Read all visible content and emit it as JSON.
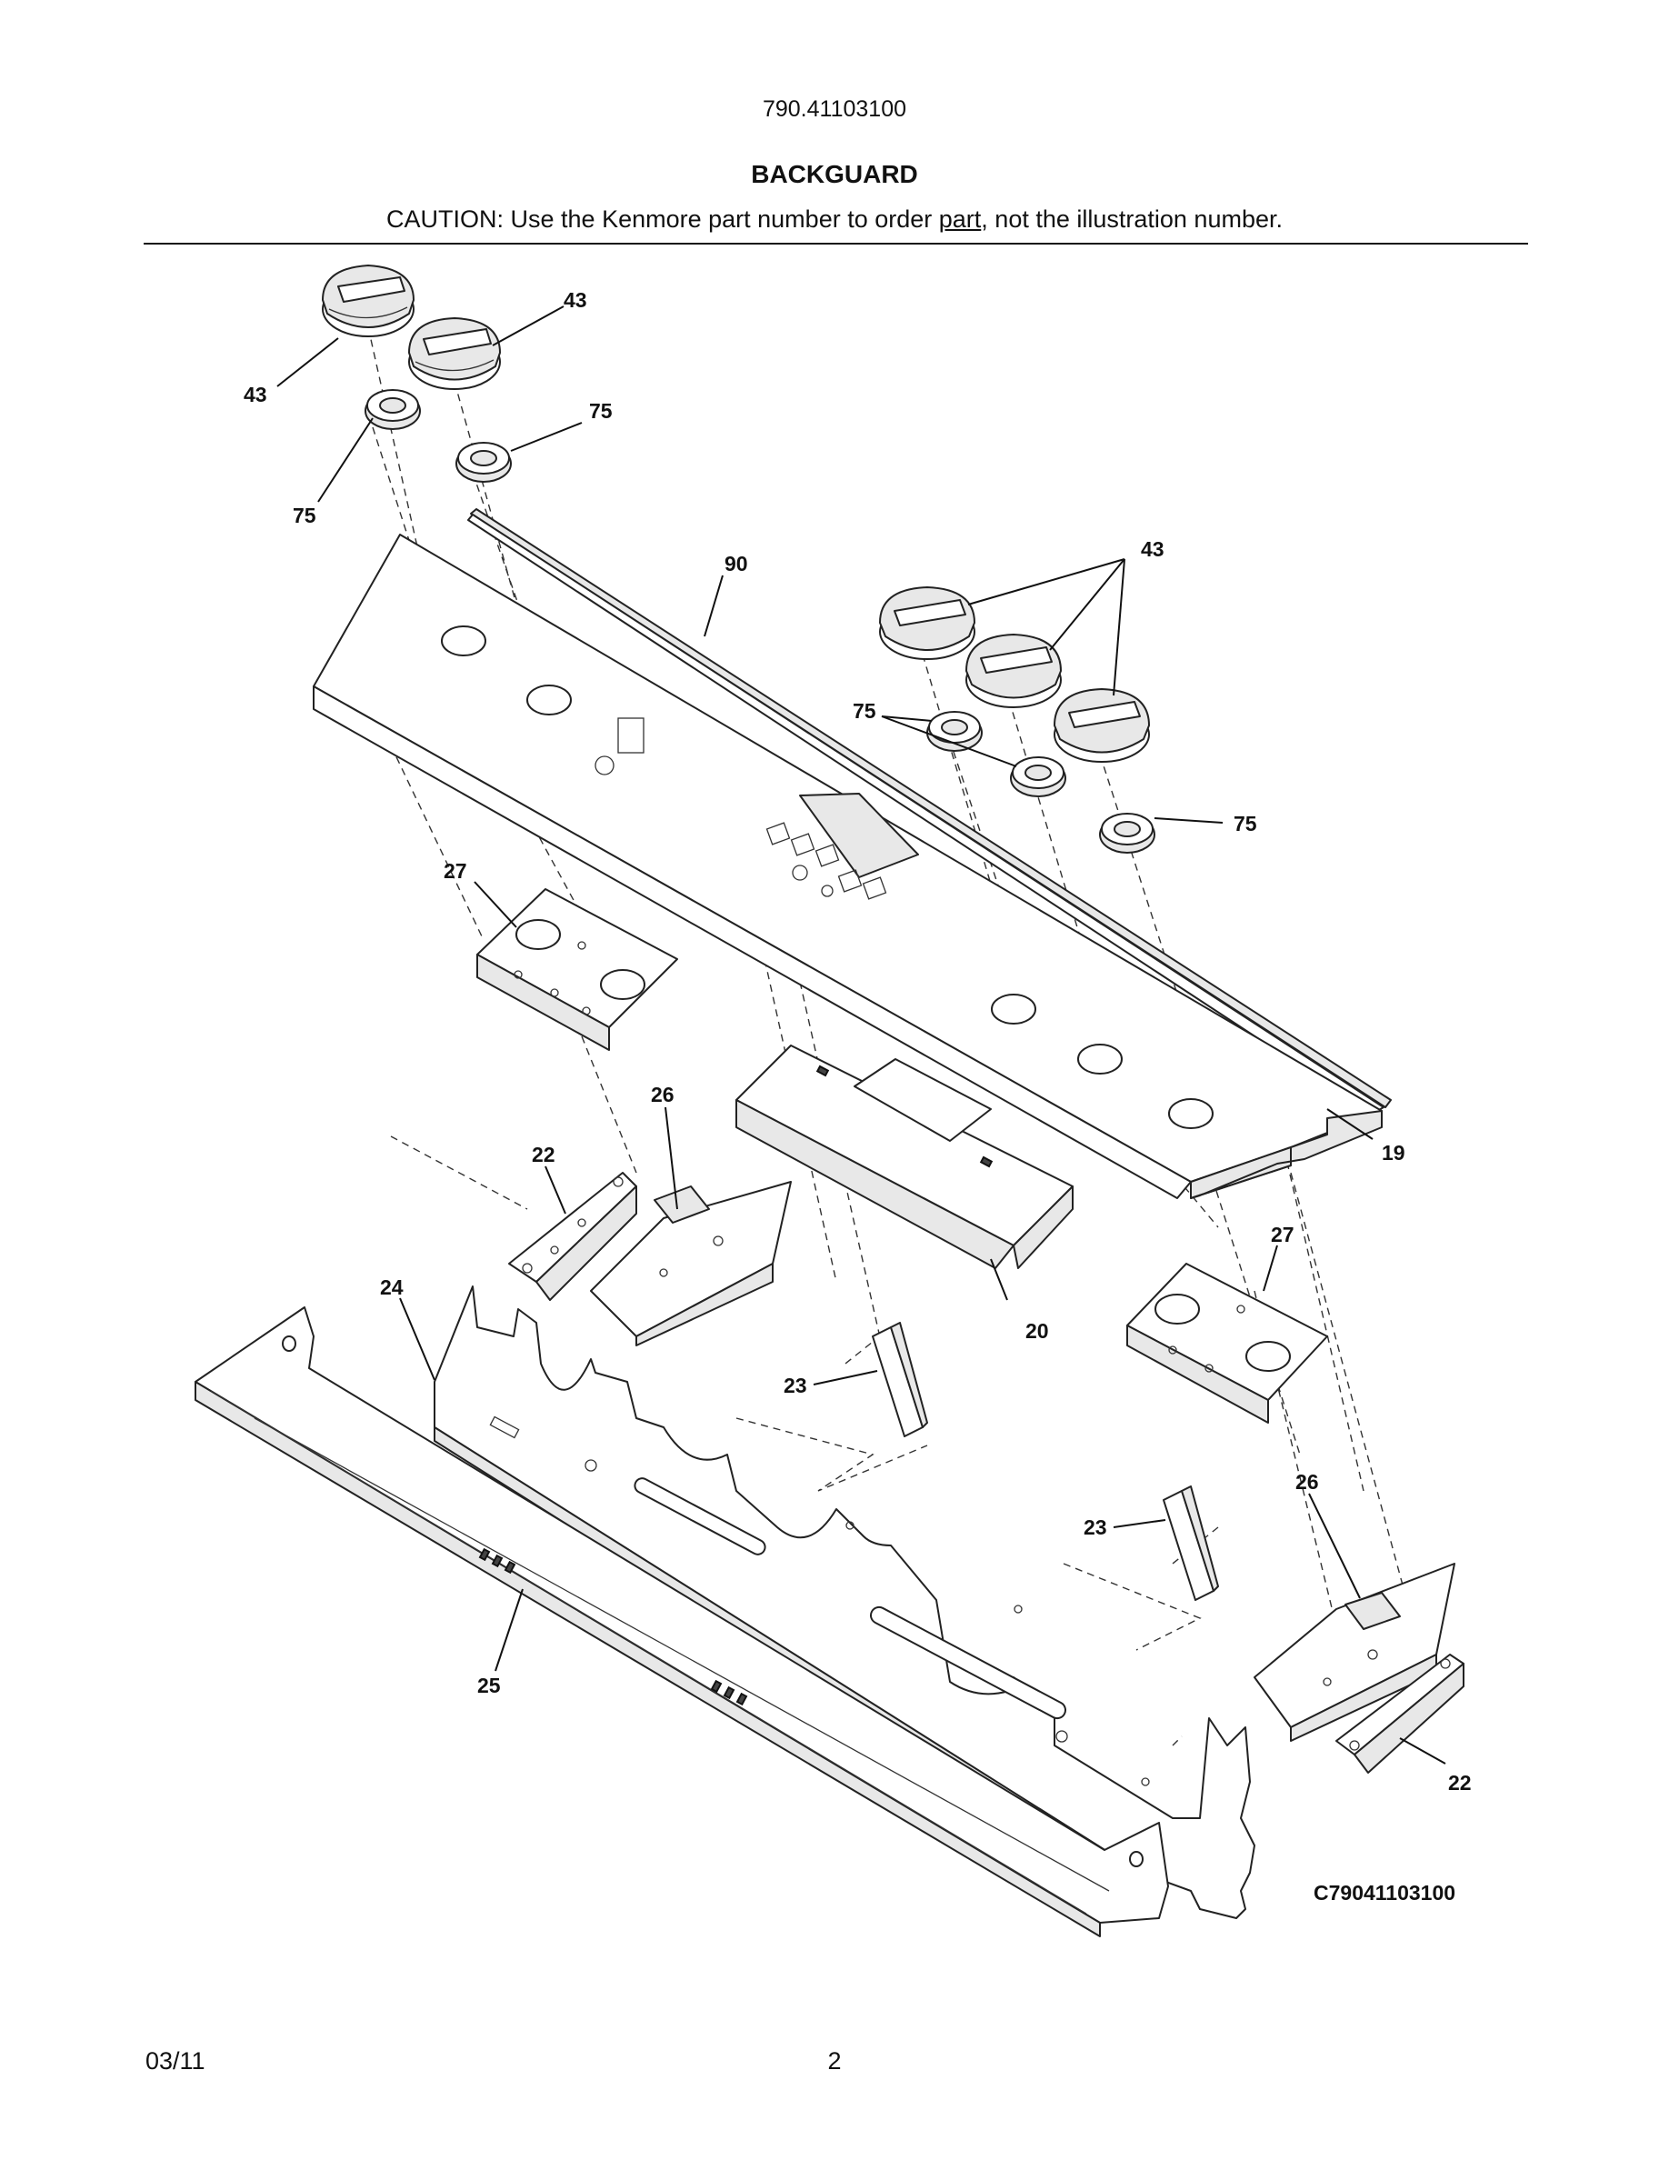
{
  "header": {
    "model": "790.41103100",
    "title": "BACKGUARD",
    "caution_prefix": "CAUTION: Use the Kenmore part number to order ",
    "caution_underlined": "part",
    "caution_suffix": ", not the illustration number."
  },
  "diagram": {
    "callouts": {
      "c43_a": "43",
      "c43_b": "43",
      "c43_c": "43",
      "c75_a": "75",
      "c75_b": "75",
      "c75_c": "75",
      "c75_d": "75",
      "c90": "90",
      "c27_a": "27",
      "c27_b": "27",
      "c26_a": "26",
      "c26_b": "26",
      "c22_a": "22",
      "c22_b": "22",
      "c24": "24",
      "c20": "20",
      "c19": "19",
      "c23_a": "23",
      "c23_b": "23",
      "c25": "25"
    },
    "drawing_code": "C79041103100"
  },
  "footer": {
    "date": "03/11",
    "page": "2"
  }
}
